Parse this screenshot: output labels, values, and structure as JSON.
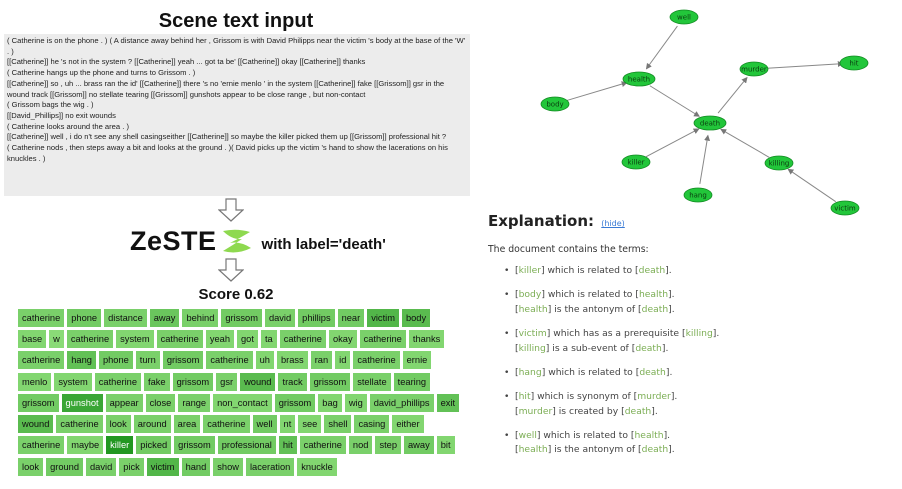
{
  "scene": {
    "title": "Scene text input",
    "lines": [
      "( Catherine is on the phone . ) ( A distance away behind her , Grissom is with David Philipps near the victim 's body at the base of the 'W' . )",
      "[[Catherine]] he 's not in the system ? [[Catherine]] yeah ... got ta be' [[Catherine]] okay [[Catherine]] thanks",
      "( Catherine hangs up the phone and turns to Grissom . )",
      "[[Catherine]] so , uh ... brass ran the id' [[Catherine]] there 's no 'ernie menlo ' in the system [[Catherine]] fake [[Grissom]] gsr in the wound track  [[Grissom]] no stellate tearing [[Grissom]] gunshots appear to be close range , but non-contact",
      "( Grissom bags the wig . )",
      "[[David_Phillips]] no exit wounds",
      "( Catherine looks around the area . )",
      " [[Catherine]] well , i do n't see any shell casingseither [[Catherine]] so maybe the killer picked them up  [[Grissom]] professional hit ?",
      "( Catherine nods , then steps away a bit and looks at the ground . )( David picks up the victim 's hand to show the lacerations on his knuckles . )"
    ]
  },
  "model": {
    "name": "ZeSTE",
    "label_text": "with label='death'",
    "score_text": "Score 0.62",
    "logo_color": "#8ed94f"
  },
  "tokens": [
    [
      {
        "w": "catherine",
        "s": 0.35
      },
      {
        "w": "phone",
        "s": 0.4
      },
      {
        "w": "distance",
        "s": 0.35
      },
      {
        "w": "away",
        "s": 0.45
      },
      {
        "w": "behind",
        "s": 0.35
      },
      {
        "w": "grissom",
        "s": 0.4
      },
      {
        "w": "david",
        "s": 0.35
      },
      {
        "w": "phillips",
        "s": 0.4
      },
      {
        "w": "near",
        "s": 0.4
      },
      {
        "w": "victim",
        "s": 0.6
      },
      {
        "w": "body",
        "s": 0.55
      }
    ],
    [
      {
        "w": "base",
        "s": 0.3
      },
      {
        "w": "w",
        "s": 0.25
      },
      {
        "w": "catherine",
        "s": 0.35
      },
      {
        "w": "system",
        "s": 0.3
      },
      {
        "w": "catherine",
        "s": 0.35
      },
      {
        "w": "yeah",
        "s": 0.3
      },
      {
        "w": "got",
        "s": 0.3
      },
      {
        "w": "ta",
        "s": 0.3
      },
      {
        "w": "catherine",
        "s": 0.35
      },
      {
        "w": "okay",
        "s": 0.3
      },
      {
        "w": "catherine",
        "s": 0.35
      },
      {
        "w": "thanks",
        "s": 0.3
      }
    ],
    [
      {
        "w": "catherine",
        "s": 0.35
      },
      {
        "w": "hang",
        "s": 0.5
      },
      {
        "w": "phone",
        "s": 0.4
      },
      {
        "w": "turn",
        "s": 0.35
      },
      {
        "w": "grissom",
        "s": 0.4
      },
      {
        "w": "catherine",
        "s": 0.35
      },
      {
        "w": "uh",
        "s": 0.3
      },
      {
        "w": "brass",
        "s": 0.3
      },
      {
        "w": "ran",
        "s": 0.35
      },
      {
        "w": "id",
        "s": 0.3
      },
      {
        "w": "catherine",
        "s": 0.35
      },
      {
        "w": "ernie",
        "s": 0.3
      }
    ],
    [
      {
        "w": "menlo",
        "s": 0.3
      },
      {
        "w": "system",
        "s": 0.3
      },
      {
        "w": "catherine",
        "s": 0.35
      },
      {
        "w": "fake",
        "s": 0.35
      },
      {
        "w": "grissom",
        "s": 0.4
      },
      {
        "w": "gsr",
        "s": 0.35
      },
      {
        "w": "wound",
        "s": 0.55
      },
      {
        "w": "track",
        "s": 0.4
      },
      {
        "w": "grissom",
        "s": 0.4
      },
      {
        "w": "stellate",
        "s": 0.35
      },
      {
        "w": "tearing",
        "s": 0.4
      }
    ],
    [
      {
        "w": "grissom",
        "s": 0.4
      },
      {
        "w": "gunshot",
        "s": 0.75
      },
      {
        "w": "appear",
        "s": 0.35
      },
      {
        "w": "close",
        "s": 0.35
      },
      {
        "w": "range",
        "s": 0.35
      },
      {
        "w": "non_contact",
        "s": 0.3
      },
      {
        "w": "grissom",
        "s": 0.4
      },
      {
        "w": "bag",
        "s": 0.3
      },
      {
        "w": "wig",
        "s": 0.3
      },
      {
        "w": "david_phillips",
        "s": 0.35
      },
      {
        "w": "exit",
        "s": 0.5
      }
    ],
    [
      {
        "w": "wound",
        "s": 0.55
      },
      {
        "w": "catherine",
        "s": 0.35
      },
      {
        "w": "look",
        "s": 0.35
      },
      {
        "w": "around",
        "s": 0.35
      },
      {
        "w": "area",
        "s": 0.35
      },
      {
        "w": "catherine",
        "s": 0.35
      },
      {
        "w": "well",
        "s": 0.4
      },
      {
        "w": "nt",
        "s": 0.3
      },
      {
        "w": "see",
        "s": 0.3
      },
      {
        "w": "shell",
        "s": 0.35
      },
      {
        "w": "casing",
        "s": 0.35
      },
      {
        "w": "either",
        "s": 0.3
      }
    ],
    [
      {
        "w": "catherine",
        "s": 0.35
      },
      {
        "w": "maybe",
        "s": 0.3
      },
      {
        "w": "killer",
        "s": 0.9
      },
      {
        "w": "picked",
        "s": 0.4
      },
      {
        "w": "grissom",
        "s": 0.4
      },
      {
        "w": "professional",
        "s": 0.4
      },
      {
        "w": "hit",
        "s": 0.5
      },
      {
        "w": "catherine",
        "s": 0.35
      },
      {
        "w": "nod",
        "s": 0.35
      },
      {
        "w": "step",
        "s": 0.35
      },
      {
        "w": "away",
        "s": 0.4
      },
      {
        "w": "bit",
        "s": 0.3
      }
    ],
    [
      {
        "w": "look",
        "s": 0.35
      },
      {
        "w": "ground",
        "s": 0.4
      },
      {
        "w": "david",
        "s": 0.35
      },
      {
        "w": "pick",
        "s": 0.35
      },
      {
        "w": "victim",
        "s": 0.6
      },
      {
        "w": "hand",
        "s": 0.4
      },
      {
        "w": "show",
        "s": 0.35
      },
      {
        "w": "laceration",
        "s": 0.35
      },
      {
        "w": "knuckle",
        "s": 0.3
      }
    ]
  ],
  "graph": {
    "nodes": [
      "well",
      "health",
      "murder",
      "hit",
      "body",
      "death",
      "killer",
      "killing",
      "hang",
      "victim"
    ],
    "edges": [
      [
        "well",
        "health"
      ],
      [
        "body",
        "health"
      ],
      [
        "health",
        "death"
      ],
      [
        "murder",
        "hit"
      ],
      [
        "death",
        "murder"
      ],
      [
        "killer",
        "death"
      ],
      [
        "hang",
        "death"
      ],
      [
        "victim",
        "killing"
      ],
      [
        "killing",
        "death"
      ]
    ]
  },
  "explanation": {
    "title": "Explanation:",
    "hide_link": "(hide)",
    "intro": "The document contains the terms:",
    "items": [
      {
        "lines": [
          [
            {
              "t": "["
            },
            {
              "t": "killer",
              "term": true
            },
            {
              "t": "] which is related to ["
            },
            {
              "t": "death",
              "term": true
            },
            {
              "t": "]."
            }
          ]
        ]
      },
      {
        "lines": [
          [
            {
              "t": "["
            },
            {
              "t": "body",
              "term": true
            },
            {
              "t": "] which is related to ["
            },
            {
              "t": "health",
              "term": true
            },
            {
              "t": "]."
            }
          ],
          [
            {
              "t": "["
            },
            {
              "t": "health",
              "term": true
            },
            {
              "t": "] is the antonym of ["
            },
            {
              "t": "death",
              "term": true
            },
            {
              "t": "]."
            }
          ]
        ]
      },
      {
        "lines": [
          [
            {
              "t": "["
            },
            {
              "t": "victim",
              "term": true
            },
            {
              "t": "] which has as a prerequisite ["
            },
            {
              "t": "killing",
              "term": true
            },
            {
              "t": "]."
            }
          ],
          [
            {
              "t": "["
            },
            {
              "t": "killing",
              "term": true
            },
            {
              "t": "] is a sub-event of ["
            },
            {
              "t": "death",
              "term": true
            },
            {
              "t": "]."
            }
          ]
        ]
      },
      {
        "lines": [
          [
            {
              "t": "["
            },
            {
              "t": "hang",
              "term": true
            },
            {
              "t": "] which is related to ["
            },
            {
              "t": "death",
              "term": true
            },
            {
              "t": "]."
            }
          ]
        ]
      },
      {
        "lines": [
          [
            {
              "t": "["
            },
            {
              "t": "hit",
              "term": true
            },
            {
              "t": "] which is synonym of ["
            },
            {
              "t": "murder",
              "term": true
            },
            {
              "t": "]."
            }
          ],
          [
            {
              "t": "["
            },
            {
              "t": "murder",
              "term": true
            },
            {
              "t": "] is created by ["
            },
            {
              "t": "death",
              "term": true
            },
            {
              "t": "]."
            }
          ]
        ]
      },
      {
        "lines": [
          [
            {
              "t": "["
            },
            {
              "t": "well",
              "term": true
            },
            {
              "t": "] which is related to ["
            },
            {
              "t": "health",
              "term": true
            },
            {
              "t": "]."
            }
          ],
          [
            {
              "t": "["
            },
            {
              "t": "health",
              "term": true
            },
            {
              "t": "] is the antonym of ["
            },
            {
              "t": "death",
              "term": true
            },
            {
              "t": "]."
            }
          ]
        ]
      }
    ]
  }
}
